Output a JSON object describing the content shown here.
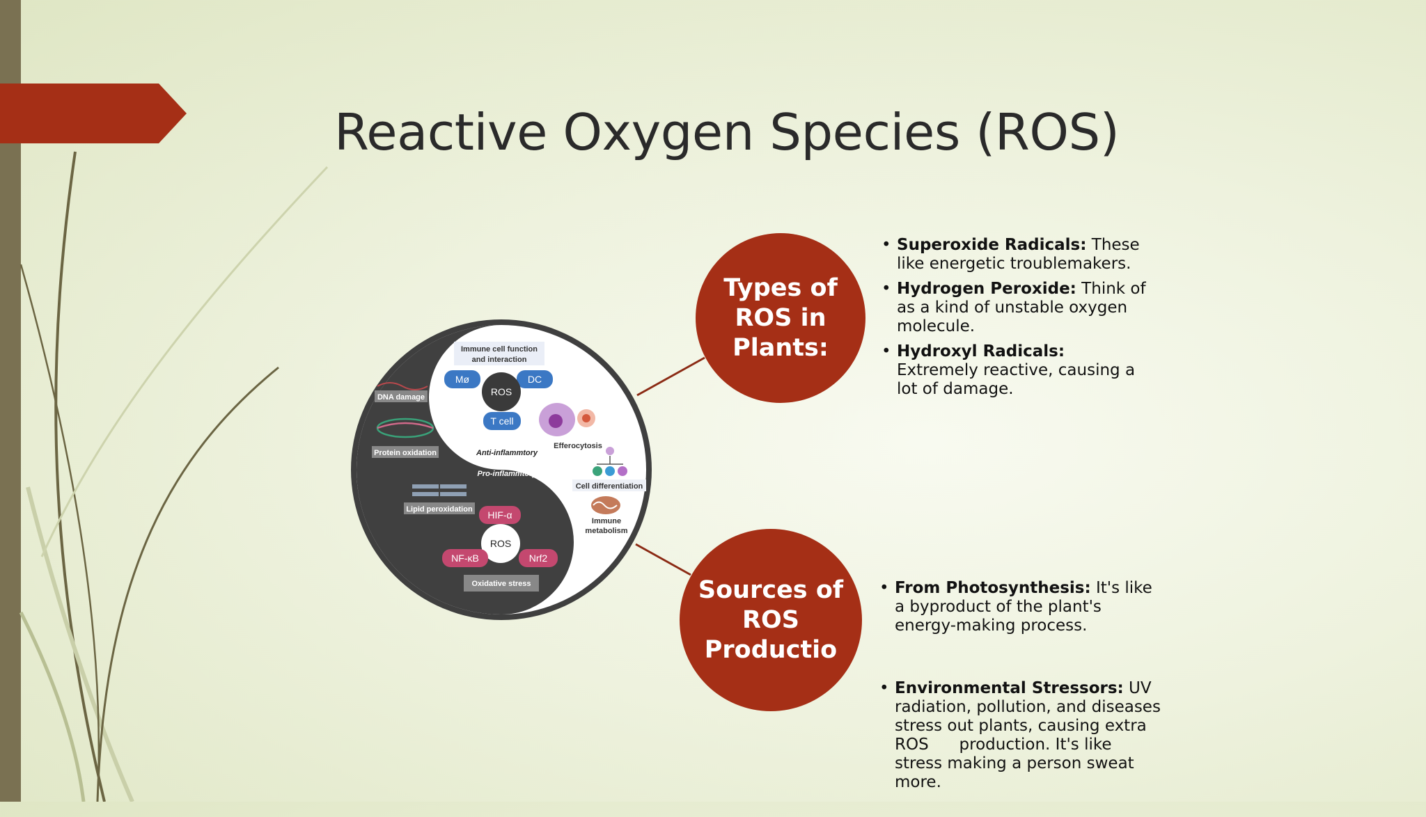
{
  "slide": {
    "title": "Reactive Oxygen Species (ROS)"
  },
  "colors": {
    "accent": "#a52f16",
    "sidebar": "#7a7152",
    "background": "#eef2de"
  },
  "circles": [
    {
      "lines": [
        "Types of",
        "ROS in",
        "Plants:"
      ]
    },
    {
      "lines": [
        "Sources of",
        "ROS",
        "Productio"
      ]
    }
  ],
  "types_list": [
    {
      "term": "Superoxide Radicals:",
      "text": " These like energetic troublemakers."
    },
    {
      "term": "Hydrogen Peroxide:",
      "text": " Think of as a kind of unstable oxygen molecule."
    },
    {
      "term": "Hydroxyl Radicals:",
      "text": " Extremely reactive, causing a lot of damage."
    }
  ],
  "sources_list": [
    {
      "term": "From Photosynthesis:",
      "text": " It's like a byproduct of the plant's energy-making process."
    },
    {
      "term": "Environmental Stressors:",
      "text": " UV radiation, pollution, and diseases stress out plants, causing extra ROS      production. It's like stress making a person sweat more."
    }
  ],
  "diagram": {
    "top_heading_1": "Immune cell function",
    "top_heading_2": "and interaction",
    "ros_top": "ROS",
    "mo": "Mø",
    "dc": "DC",
    "tcell": "T cell",
    "efferocytosis": "Efferocytosis",
    "anti": "Anti-inflammtory",
    "pro": "Pro-inflammtory",
    "cell_diff": "Cell differentiation",
    "immune_metab_1": "Immune",
    "immune_metab_2": "metabolism",
    "dna_damage": "DNA damage",
    "protein_ox": "Protein oxidation",
    "lipid_perox": "Lipid peroxidation",
    "ros_bottom": "ROS",
    "hif": "HIF-α",
    "nfkb": "NF-κB",
    "nrf2": "Nrf2",
    "ox_stress": "Oxidative stress"
  }
}
